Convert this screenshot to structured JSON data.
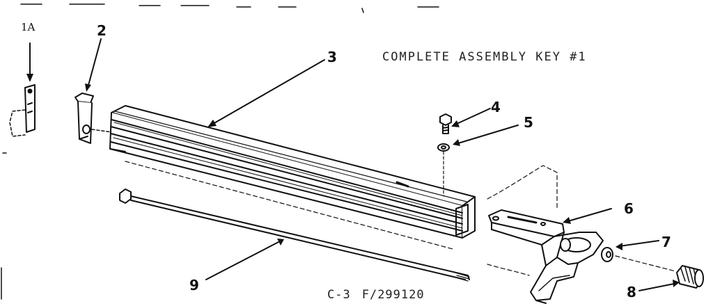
{
  "title": "COMPLETE ASSEMBLY KEY #1",
  "footer": {
    "page_code": "C-3",
    "part_number": "F/299120"
  },
  "callouts": [
    {
      "id": "1A",
      "part": "fence-lock-clip"
    },
    {
      "id": "2",
      "part": "rear-fence-bracket"
    },
    {
      "id": "3",
      "part": "fence-rail-extrusion"
    },
    {
      "id": "4",
      "part": "hex-screw"
    },
    {
      "id": "5",
      "part": "lock-washer"
    },
    {
      "id": "6",
      "part": "fence-head-casting"
    },
    {
      "id": "7",
      "part": "washer"
    },
    {
      "id": "8",
      "part": "lock-knob"
    },
    {
      "id": "9",
      "part": "tie-rod"
    }
  ]
}
